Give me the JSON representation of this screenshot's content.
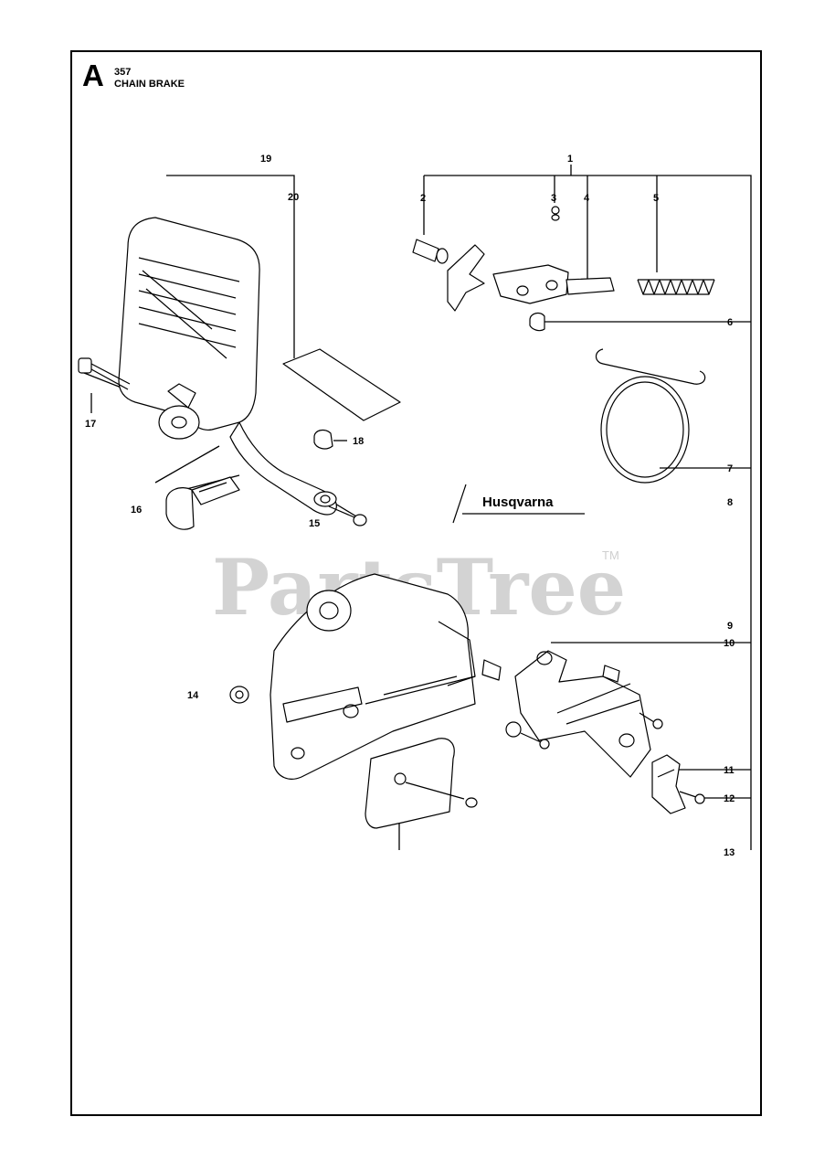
{
  "header": {
    "section_letter": "A",
    "model": "357",
    "title": "CHAIN BRAKE"
  },
  "watermark": {
    "text": "PartsTree",
    "trademark": "TM"
  },
  "brand_label": "Husqvarna",
  "callouts": {
    "c1": "1",
    "c2": "2",
    "c3": "3",
    "c4": "4",
    "c5": "5",
    "c6": "6",
    "c7": "7",
    "c8": "8",
    "c9": "9",
    "c10": "10",
    "c11": "11",
    "c12": "12",
    "c13": "13",
    "c14": "14",
    "c15": "15",
    "c16": "16",
    "c17": "17",
    "c18": "18",
    "c19": "19",
    "c20": "20"
  }
}
